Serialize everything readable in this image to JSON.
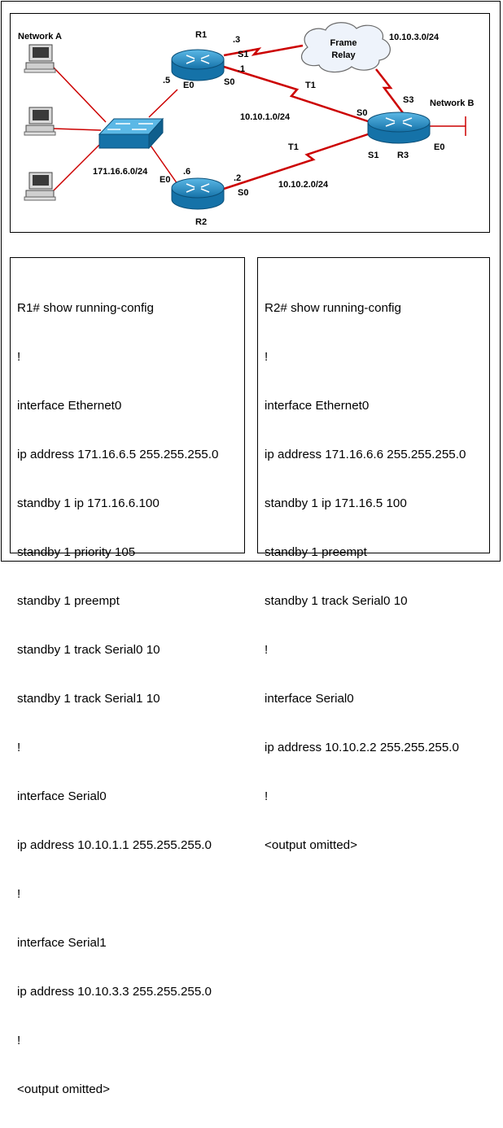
{
  "diagram": {
    "network_a": "Network A",
    "network_b": "Network B",
    "frame_relay_line1": "Frame",
    "frame_relay_line2": "Relay",
    "r1": {
      "name": "R1",
      "e0_octet": ".5",
      "e0": "E0",
      "s0": "S0",
      "s1": "S1",
      "s0_octet": ".1",
      "s1_octet": ".3"
    },
    "r2": {
      "name": "R2",
      "e0_octet": ".6",
      "e0": "E0",
      "s0": "S0",
      "s0_octet": ".2"
    },
    "r3": {
      "name": "R3",
      "s0": "S0",
      "s1": "S1",
      "s3": "S3",
      "e0": "E0"
    },
    "links": {
      "t1_top": "T1",
      "t1_bottom": "T1"
    },
    "subnets": {
      "frame_relay": "10.10.3.0/24",
      "r1_r3": "10.10.1.0/24",
      "lan": "171.16.6.0/24",
      "r2_r3": "10.10.2.0/24"
    },
    "colors": {
      "router": "#1e8fc7",
      "switch": "#1e8fc7",
      "link": "#cc0000",
      "cloud": "#eef3fb"
    }
  },
  "r1_config": {
    "lines": [
      "R1# show running-config",
      "!",
      "interface Ethernet0",
      "ip address 171.16.6.5 255.255.255.0",
      "standby 1 ip 171.16.6.100",
      "standby 1 priority 105",
      "standby 1 preempt",
      "standby 1 track Serial0 10",
      "standby 1 track Serial1 10",
      "!",
      "interface Serial0",
      "ip address 10.10.1.1 255.255.255.0",
      "!",
      "interface Serial1",
      "ip address 10.10.3.3 255.255.255.0",
      "!",
      "<output omitted>"
    ]
  },
  "r2_config": {
    "lines": [
      "R2# show running-config",
      "!",
      "interface Ethernet0",
      "ip address 171.16.6.6 255.255.255.0",
      "standby 1 ip 171.16.5 100",
      "standby 1 preempt",
      "standby 1 track Serial0 10",
      "!",
      "interface Serial0",
      "ip address 10.10.2.2 255.255.255.0",
      "!",
      "<output omitted>"
    ]
  }
}
